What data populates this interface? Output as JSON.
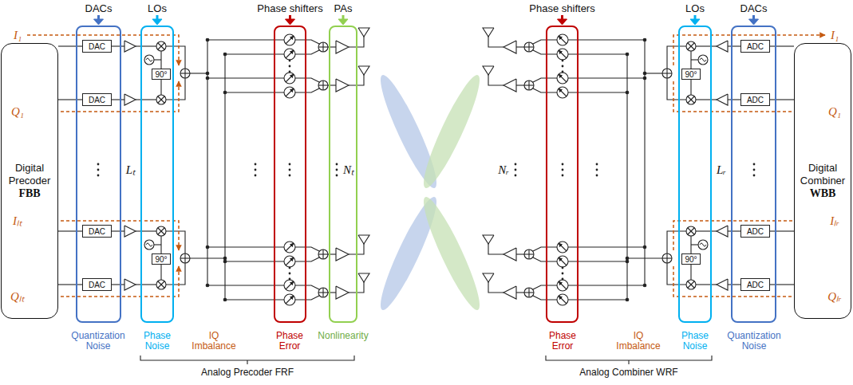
{
  "diagram": {
    "nodes": [
      {
        "text": [
          "Digital Precoder",
          "FBB"
        ]
      },
      {
        "text": [
          "DACs"
        ]
      },
      {
        "text": [
          "DAC"
        ],
        "in": 1
      },
      {
        "text": [
          "DAC"
        ],
        "in": 1
      },
      {
        "text": [
          "DAC"
        ],
        "in": 1
      },
      {
        "text": [
          "DAC"
        ],
        "in": 1
      },
      {
        "text": [
          "LOs"
        ]
      },
      {
        "text": [
          "90°"
        ],
        "in": 6
      },
      {
        "text": [
          "90°"
        ],
        "in": 6
      },
      {
        "text": [
          "Phase shifters"
        ]
      },
      {
        "text": [
          "PAs"
        ]
      },
      {
        "text": [
          "Phase shifters"
        ]
      },
      {
        "text": [
          "LOs"
        ]
      },
      {
        "text": [
          "90°"
        ],
        "in": 12
      },
      {
        "text": [
          "90°"
        ],
        "in": 12
      },
      {
        "text": [
          "DACs"
        ]
      },
      {
        "text": [
          "ADC"
        ],
        "in": 15
      },
      {
        "text": [
          "ADC"
        ],
        "in": 15
      },
      {
        "text": [
          "ADC"
        ],
        "in": 15
      },
      {
        "text": [
          "ADC"
        ],
        "in": 15
      },
      {
        "text": [
          "Digital Combiner",
          "WBB"
        ]
      }
    ],
    "edges": [
      {
        "from": 0,
        "to": 2,
        "arrow": "none"
      },
      {
        "from": 0,
        "to": 3,
        "arrow": "none"
      },
      {
        "from": 0,
        "to": 4,
        "arrow": "none"
      },
      {
        "from": 0,
        "to": 5,
        "arrow": "none"
      },
      {
        "from": 16,
        "to": 20,
        "arrow": "none"
      },
      {
        "from": 17,
        "to": 20,
        "arrow": "none"
      },
      {
        "from": 18,
        "to": 20,
        "arrow": "none"
      },
      {
        "from": 19,
        "to": 20,
        "arrow": "none"
      }
    ],
    "labels": [
      "I₁",
      "Q₁",
      "Iₗₜ",
      "Qₗₜ",
      "Lₜ",
      "Nₜ",
      "Quantization Noise",
      "Phase Noise",
      "IQ Imbalance",
      "Phase Error",
      "Nonlinearity",
      "Analog Precoder FRF",
      "Nᵣ",
      "Lᵣ",
      "I₁",
      "Q₁",
      "Iₗᵣ",
      "Qₗᵣ",
      "Phase Error",
      "IQ Imbalance",
      "Phase Noise",
      "Quantization Noise",
      "Analog Combiner WRF"
    ]
  }
}
